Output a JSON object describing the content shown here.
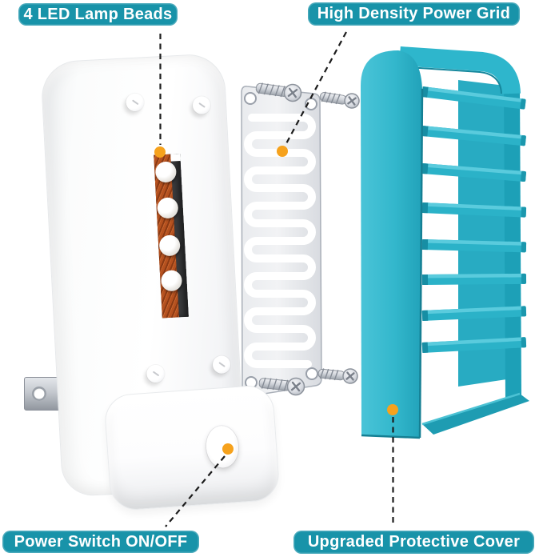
{
  "colors": {
    "label-bg": "#1893a9",
    "label-text": "#ffffff",
    "line": "#1c1c1c",
    "dot": "#f6a21d",
    "cover-main": "#2eb6cc",
    "cover-light": "#4ac4d8",
    "cover-back": "#28abc2",
    "cover-dark": "#15879c",
    "bar-front": "#2bb2c8",
    "bar-top": "#5acbdd",
    "bar-tab": "#178ea4",
    "pillar": "#1da0b7",
    "rail": "#1e9cb2",
    "pcb": "#b5511f",
    "slot": "#3a3b3d"
  },
  "labels": {
    "led": "4 LED Lamp Beads",
    "grid": "High Density Power Grid",
    "switch": "Power Switch ON/OFF",
    "cover": "Upgraded Protective Cover"
  }
}
